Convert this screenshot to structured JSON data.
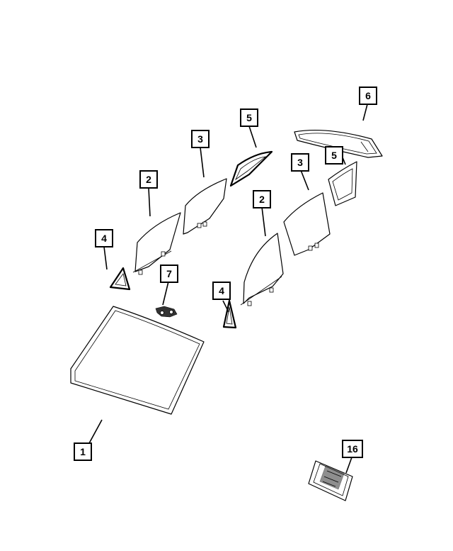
{
  "callouts": [
    {
      "id": "c1",
      "label": "1"
    },
    {
      "id": "c2a",
      "label": "2"
    },
    {
      "id": "c2b",
      "label": "2"
    },
    {
      "id": "c3a",
      "label": "3"
    },
    {
      "id": "c3b",
      "label": "3"
    },
    {
      "id": "c4a",
      "label": "4"
    },
    {
      "id": "c4b",
      "label": "4"
    },
    {
      "id": "c5a",
      "label": "5"
    },
    {
      "id": "c5b",
      "label": "5"
    },
    {
      "id": "c6",
      "label": "6"
    },
    {
      "id": "c7",
      "label": "7"
    },
    {
      "id": "c16",
      "label": "16"
    }
  ]
}
